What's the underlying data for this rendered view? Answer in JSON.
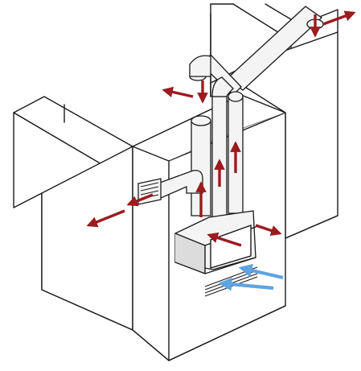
{
  "colors": {
    "warm_air_arrow": "#9b1b1e",
    "fresh_air_arrow": "#5fa3e0",
    "outline": "#1a1a1a"
  },
  "flows": {
    "warm": [
      {
        "name": "exhaust-out-top-right"
      },
      {
        "name": "exhaust-down-top"
      },
      {
        "name": "intake-down-left-pipe"
      },
      {
        "name": "outlet-left-top"
      },
      {
        "name": "duct-up-left"
      },
      {
        "name": "duct-up-middle"
      },
      {
        "name": "duct-up-right"
      },
      {
        "name": "vent-out-left-wall"
      },
      {
        "name": "vent-out-front"
      },
      {
        "name": "front-grille-out-left"
      },
      {
        "name": "front-grille-out-right"
      }
    ],
    "fresh": [
      {
        "name": "cold-air-inlet-upper"
      },
      {
        "name": "cold-air-inlet-lower"
      }
    ]
  }
}
